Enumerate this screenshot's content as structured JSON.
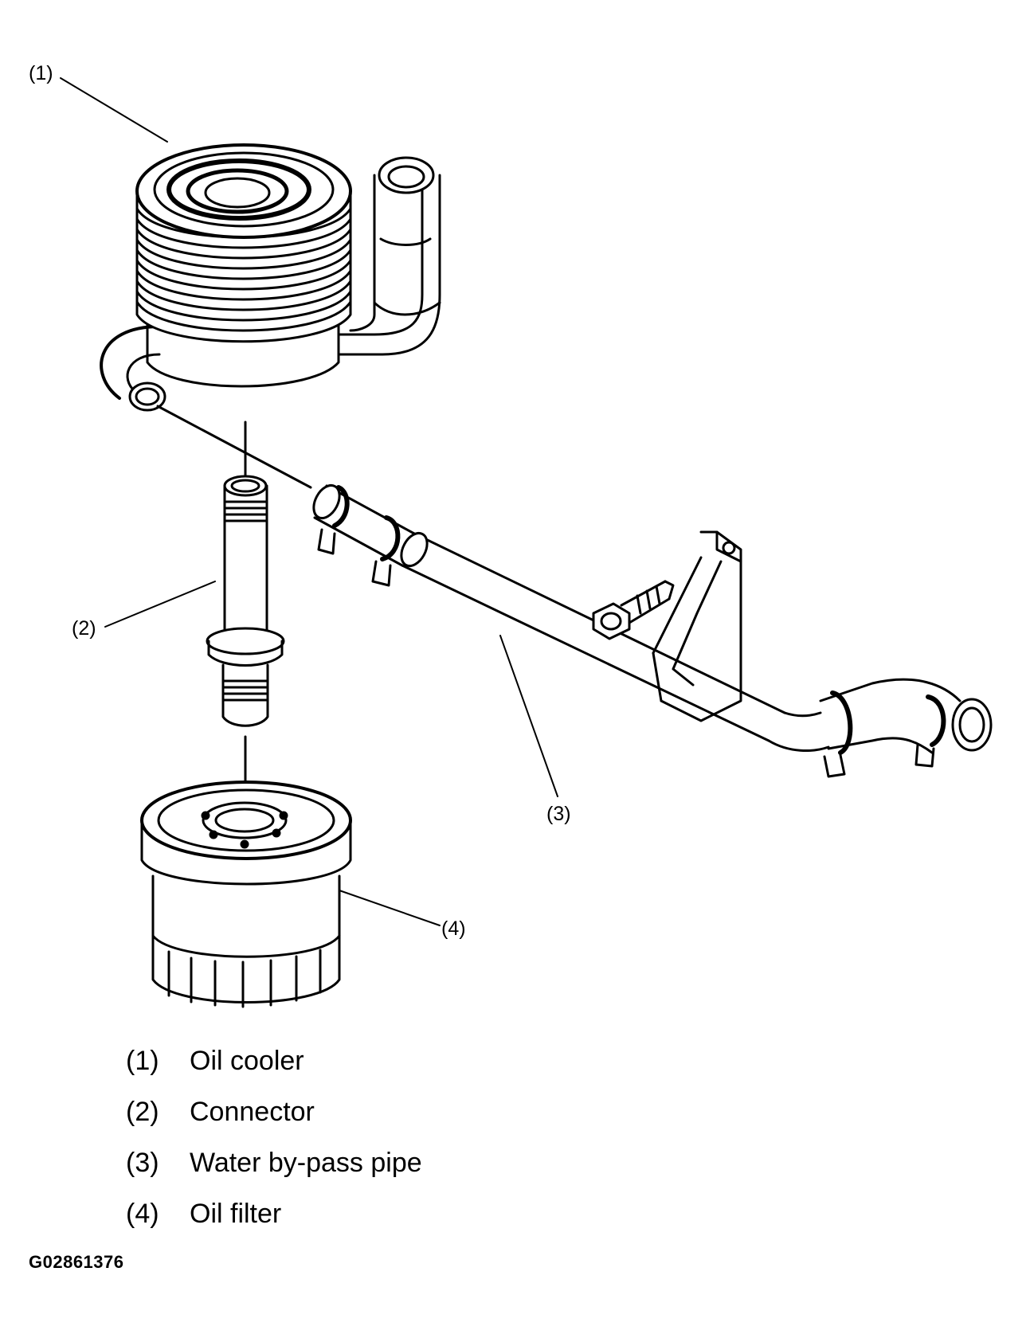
{
  "callouts": {
    "c1": "(1)",
    "c2": "(2)",
    "c3": "(3)",
    "c4": "(4)"
  },
  "legend": [
    {
      "num": "(1)",
      "label": "Oil cooler"
    },
    {
      "num": "(2)",
      "label": "Connector"
    },
    {
      "num": "(3)",
      "label": "Water by-pass pipe"
    },
    {
      "num": "(4)",
      "label": "Oil filter"
    }
  ],
  "figure_id": "G02861376"
}
